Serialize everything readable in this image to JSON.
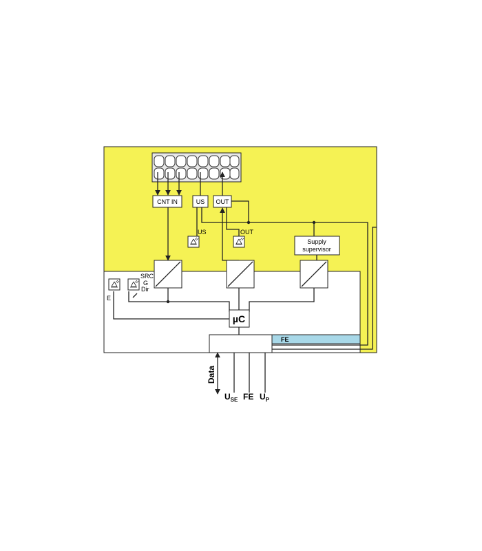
{
  "colors": {
    "yellow": "#f5f254",
    "blue": "#a8d8e8",
    "line": "#222222",
    "white": "#ffffff"
  },
  "labels": {
    "cnt_in": "CNT IN",
    "us_box": "US",
    "out_box": "OUT",
    "us_led": "US",
    "out_led": "OUT",
    "supply_1": "Supply",
    "supply_2": "supervisor",
    "src": "SRC",
    "g": "G",
    "dir": "Dir",
    "e": "E",
    "uc_mu": "µ",
    "uc_c": "C",
    "fe_bar": "FE",
    "data": "Data",
    "u": "U",
    "se": "SE",
    "fe": "FE",
    "p": "P"
  },
  "icons": [
    "connector-icon",
    "led-icon",
    "converter-icon"
  ]
}
